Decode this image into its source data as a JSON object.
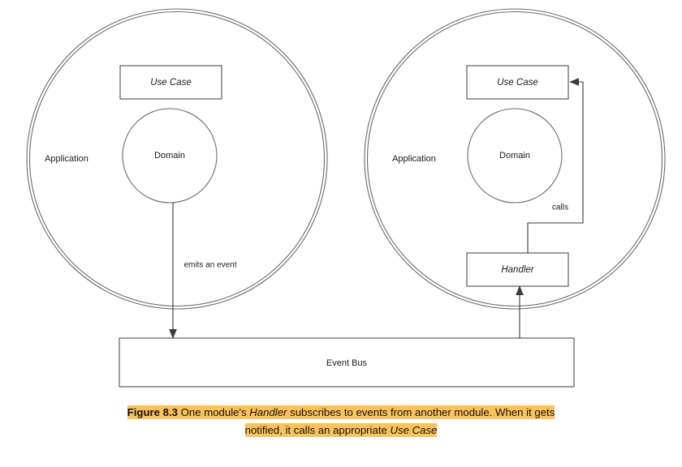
{
  "figure": {
    "number_label": "Figure 8.3",
    "caption_line1_pre": " One module's ",
    "caption_line1_italic": "Handler",
    "caption_line1_post": " subscribes to events from another module. When it gets",
    "caption_line2_pre": "notified, it calls an appropriate ",
    "caption_line2_italic": "Use Case",
    "highlight_color": "#FBC25B"
  },
  "diagram": {
    "type": "architecture-module-diagram",
    "modules": [
      {
        "id": "left-module",
        "ring_label": "Application",
        "core_label": "Domain",
        "boxes": [
          {
            "id": "left-use-case",
            "label": "Use Case"
          }
        ]
      },
      {
        "id": "right-module",
        "ring_label": "Application",
        "core_label": "Domain",
        "boxes": [
          {
            "id": "right-use-case",
            "label": "Use Case"
          },
          {
            "id": "right-handler",
            "label": "Handler"
          }
        ]
      }
    ],
    "shared": {
      "event_bus_label": "Event Bus"
    },
    "edges": [
      {
        "id": "emits-edge",
        "label": "emits an event",
        "from": "left-domain",
        "to": "event-bus"
      },
      {
        "id": "notify-edge",
        "label": "",
        "from": "event-bus",
        "to": "right-handler"
      },
      {
        "id": "calls-edge",
        "label": "calls",
        "from": "right-handler",
        "to": "right-use-case"
      }
    ],
    "colors": {
      "ring_stroke": "#6b6b6b",
      "box_stroke": "#4d4d4d",
      "connector_stroke": "#3b3b3b",
      "fill": "#ffffff",
      "text": "#1a1a1a"
    }
  }
}
